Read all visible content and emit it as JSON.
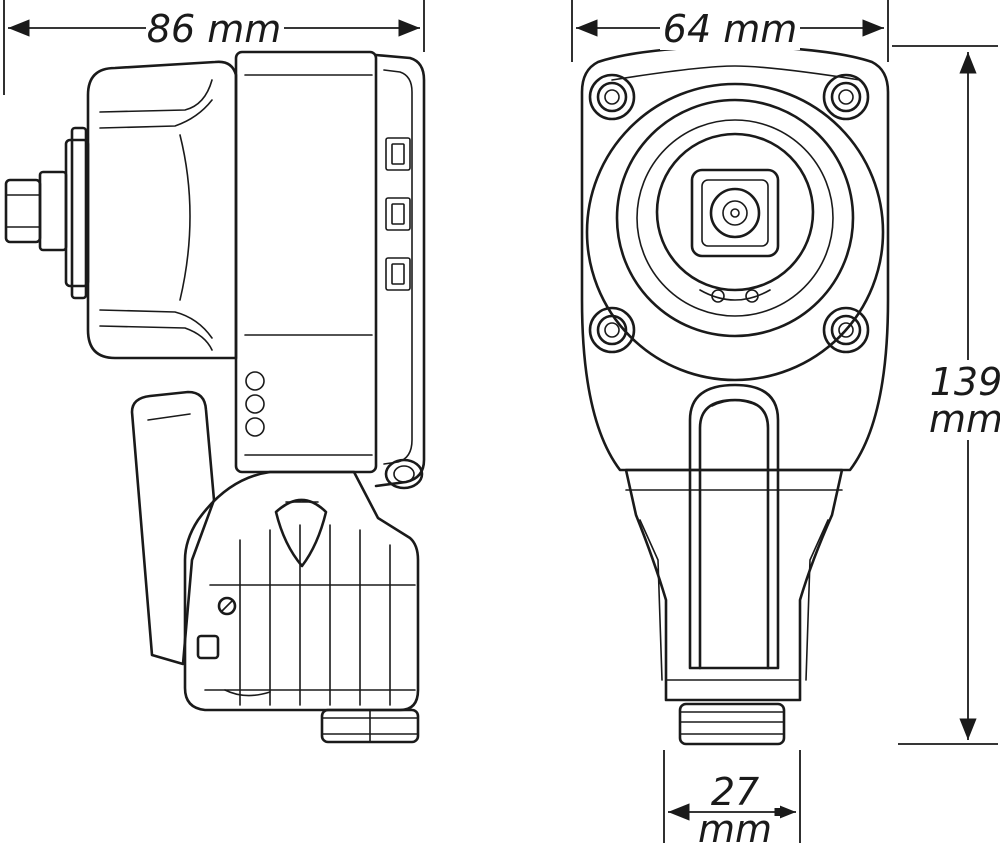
{
  "dimensions": {
    "length_side": "86 mm",
    "width_front": "64 mm",
    "height_value": "139",
    "height_unit": "mm",
    "exhaust_value": "27",
    "exhaust_unit": "mm"
  },
  "colors": {
    "line": "#1a1a1a",
    "background": "#ffffff"
  }
}
